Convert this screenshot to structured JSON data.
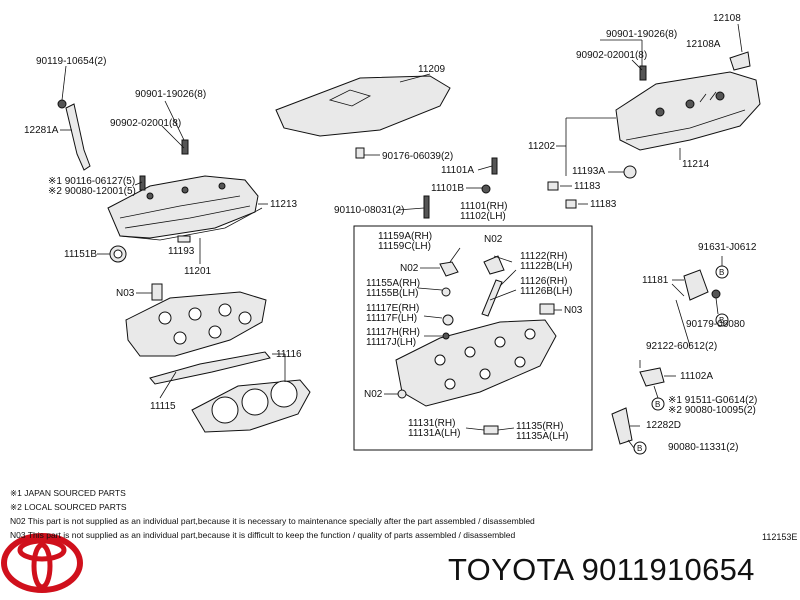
{
  "labels": {
    "p90119_10654": "90119-10654(2)",
    "p12281A": "12281A",
    "p90901_19026_l": "90901-19026(8)",
    "p90902_02001_l": "90902-02001(8)",
    "p90116": "※1 90116-06127(5)",
    "p90080_12001": "※2 90080-12001(5)",
    "p11213": "11213",
    "p11151B": "11151B",
    "p11193": "11193",
    "p11201": "11201",
    "pN03_left": "N03",
    "p11116": "11116",
    "p11115": "11115",
    "p11209": "11209",
    "p90176": "90176-06039(2)",
    "p11101A": "11101A",
    "p11101B": "11101B",
    "p90110": "90110-08031(2)",
    "p11101": "11101(RH)",
    "p11102": "11102(LH)",
    "p11159A": "11159A(RH)",
    "p11159C": "11159C(LH)",
    "pN02_a": "N02",
    "pN02_b": "N02",
    "p11155A": "11155A(RH)",
    "p11155B": "11155B(LH)",
    "p11117E": "11117E(RH)",
    "p11117F": "11117F(LH)",
    "p11117H": "11117H(RH)",
    "p11117J": "11117J(LH)",
    "pN02_c": "N02",
    "p11122": "11122(RH)",
    "p11122B": "11122B(LH)",
    "p11126": "11126(RH)",
    "p11126B": "11126B(LH)",
    "pN03_mid": "N03",
    "p11131": "11131(RH)",
    "p11131A": "11131A(LH)",
    "p11135": "11135(RH)",
    "p11135A": "11135A(LH)",
    "p90901_19026_r": "90901-19026(8)",
    "p90902_02001_r": "90902-02001(8)",
    "p12108": "12108",
    "p12108A": "12108A",
    "p11202": "11202",
    "p11193A": "11193A",
    "p11214": "11214",
    "p11183_a": "11183",
    "p11183_b": "11183",
    "p91631": "91631-J0612",
    "p11181": "11181",
    "p90179": "90179-06080",
    "p92122": "92122-60612(2)",
    "p11102A": "11102A",
    "p91511": "※1 91511-G0614(2)",
    "p90080_10095": "※2 90080-10095(2)",
    "p12282D": "12282D",
    "p90080_11331": "90080-11331(2)",
    "cB1": "B",
    "cB2": "B",
    "cB3": "B",
    "cB4": "B"
  },
  "notes": [
    "※1 JAPAN SOURCED PARTS",
    "※2 LOCAL SOURCED PARTS",
    "N02 This part is not supplied as an individual part,because it is necessary to maintenance specially after the part assembled / disassembled",
    "N03 This part is not supplied as an individual part,because it is difficult to keep the function / quality of parts assembled / disassembled"
  ],
  "ref_code": "112153E",
  "brand_title": "TOYOTA 9011910654",
  "colors": {
    "logo_red": "#d0101c",
    "line": "#111111"
  }
}
